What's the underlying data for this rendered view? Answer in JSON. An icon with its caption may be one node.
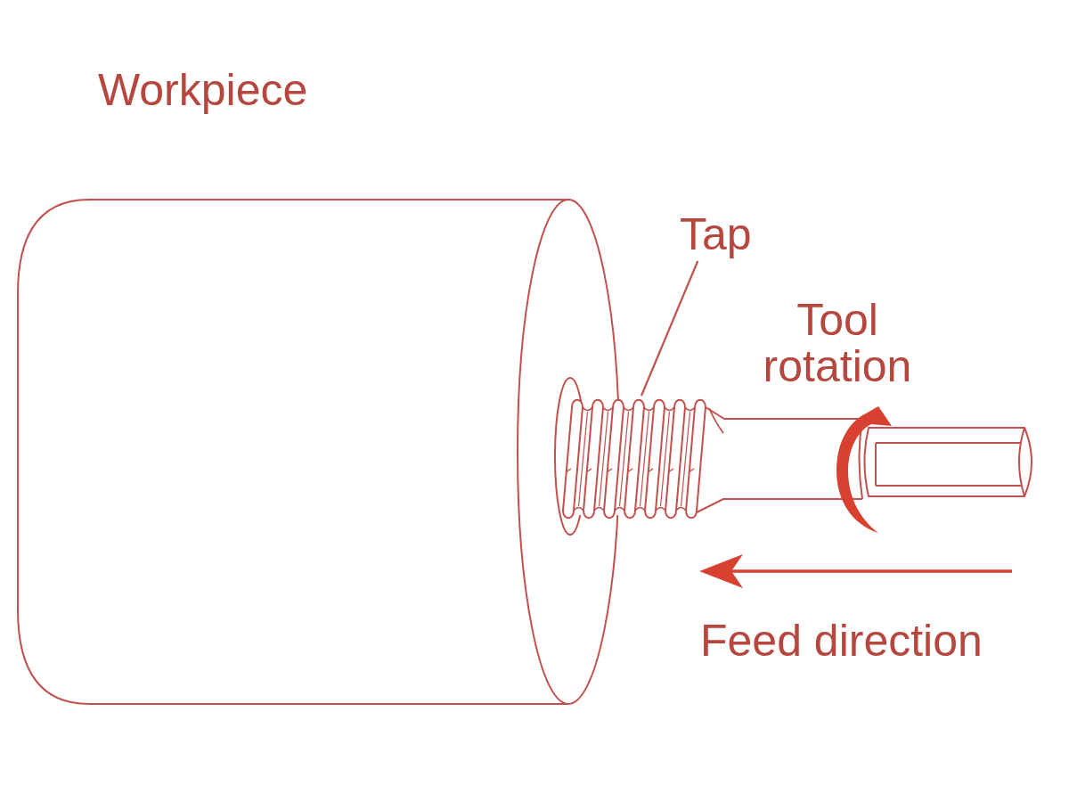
{
  "diagram": {
    "nodes": [
      {
        "text": [
          "Tap"
        ]
      },
      {
        "text": [],
        "shape": "picture"
      }
    ],
    "edges": [
      {
        "from": 0,
        "to": 1,
        "arrow": "none"
      }
    ],
    "labels": [
      "Workpiece",
      "Tool rotation",
      "Feed direction"
    ]
  }
}
